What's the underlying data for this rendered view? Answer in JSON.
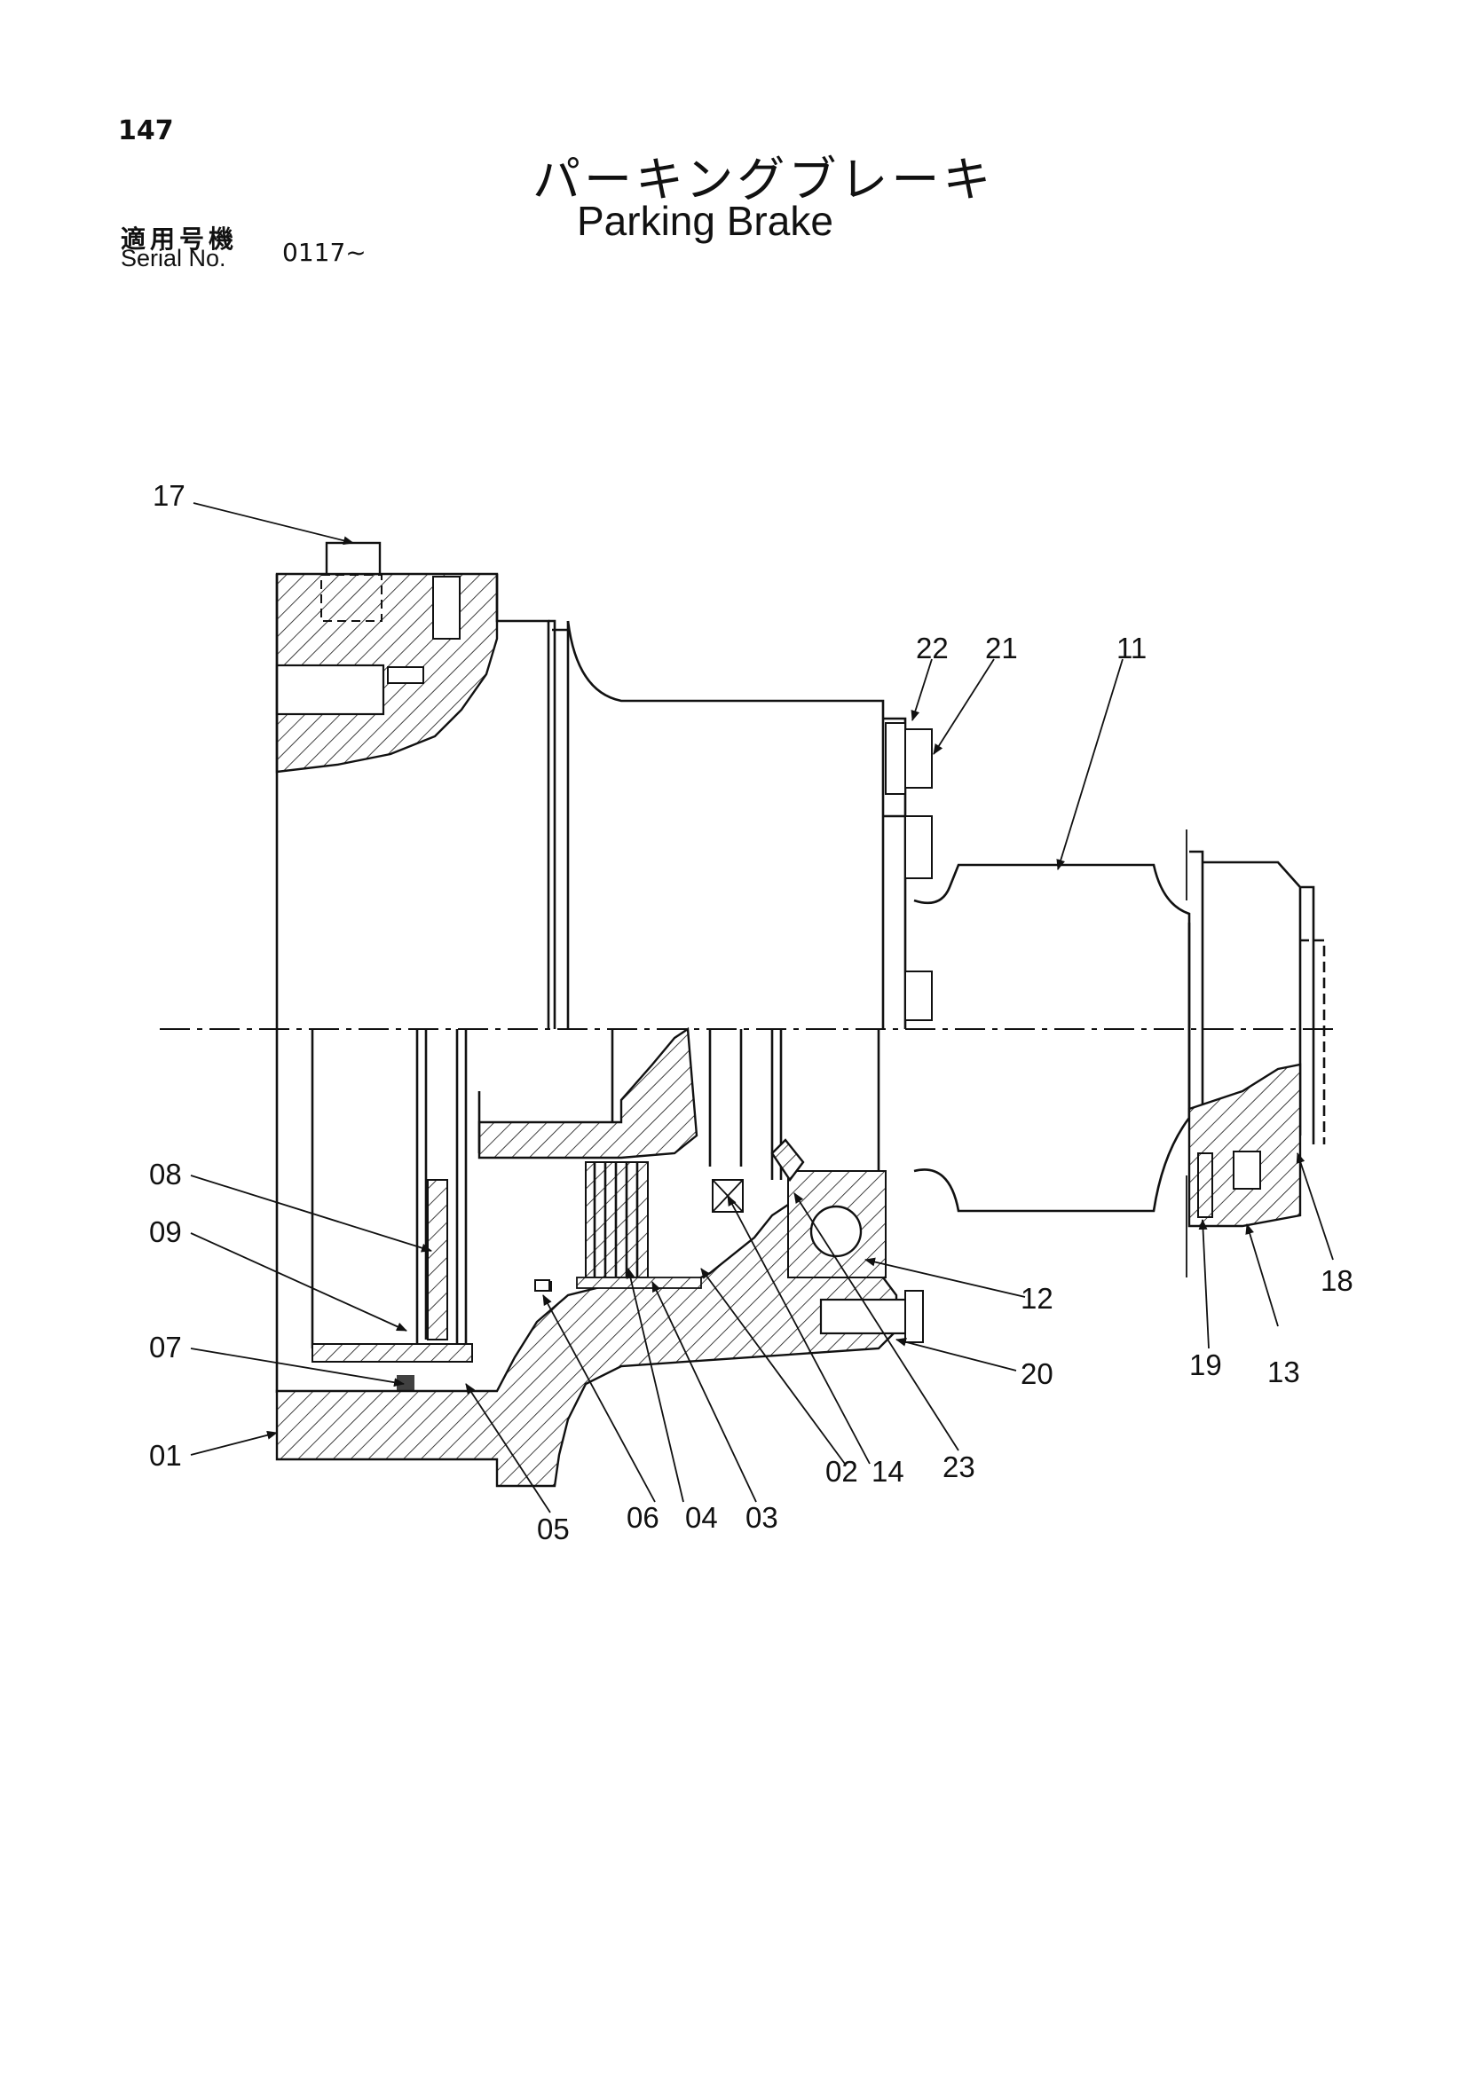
{
  "page_number": "147",
  "title_jp": "パーキングブレーキ",
  "title_en": "Parking Brake",
  "serial": {
    "label_jp": "適用号機",
    "label_en": "Serial No.",
    "value": "0117~"
  },
  "callouts": [
    {
      "id": "17",
      "label": "17"
    },
    {
      "id": "22",
      "label": "22"
    },
    {
      "id": "21",
      "label": "21"
    },
    {
      "id": "11",
      "label": "11"
    },
    {
      "id": "08",
      "label": "08"
    },
    {
      "id": "09",
      "label": "09"
    },
    {
      "id": "07",
      "label": "07"
    },
    {
      "id": "01",
      "label": "01"
    },
    {
      "id": "05",
      "label": "05"
    },
    {
      "id": "06",
      "label": "06"
    },
    {
      "id": "04",
      "label": "04"
    },
    {
      "id": "03",
      "label": "03"
    },
    {
      "id": "02",
      "label": "02"
    },
    {
      "id": "14",
      "label": "14"
    },
    {
      "id": "23",
      "label": "23"
    },
    {
      "id": "12",
      "label": "12"
    },
    {
      "id": "20",
      "label": "20"
    },
    {
      "id": "19",
      "label": "19"
    },
    {
      "id": "13",
      "label": "13"
    },
    {
      "id": "18",
      "label": "18"
    }
  ]
}
